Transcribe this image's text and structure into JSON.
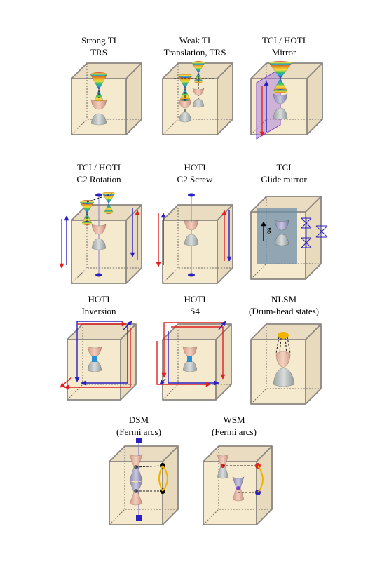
{
  "panels": [
    {
      "id": "strong-ti",
      "line1": "Strong TI",
      "line2": "TRS"
    },
    {
      "id": "weak-ti",
      "line1": "Weak TI",
      "line2": "Translation, TRS"
    },
    {
      "id": "tci-mirror",
      "line1": "TCI / HOTI",
      "line2": "Mirror"
    },
    {
      "id": "tci-c2-rotation",
      "line1": "TCI / HOTI",
      "line2": "C2 Rotation"
    },
    {
      "id": "hoti-c2-screw",
      "line1": "HOTI",
      "line2": "C2 Screw"
    },
    {
      "id": "tci-glide",
      "line1": "TCI",
      "line2": "Glide mirror"
    },
    {
      "id": "hoti-inversion",
      "line1": "HOTI",
      "line2": "Inversion"
    },
    {
      "id": "hoti-s4",
      "line1": "HOTI",
      "line2": "S4"
    },
    {
      "id": "nlsm",
      "line1": "NLSM",
      "line2": "(Drum-head states)"
    },
    {
      "id": "dsm",
      "line1": "DSM",
      "line2": "(Fermi arcs)"
    },
    {
      "id": "wsm",
      "line1": "WSM",
      "line2": "(Fermi arcs)"
    }
  ],
  "glide_symbol": "g",
  "colors": {
    "cube_fill": "#f4e7c9",
    "cube_side": "#e6d6b6",
    "cube_edge": "#8a8580",
    "hinge_red": "#e02020",
    "hinge_blue": "#2a20c0",
    "mirror_plane": "#a070e0",
    "glide_plane": "#6f8fa8",
    "arc": "#f0b400"
  }
}
